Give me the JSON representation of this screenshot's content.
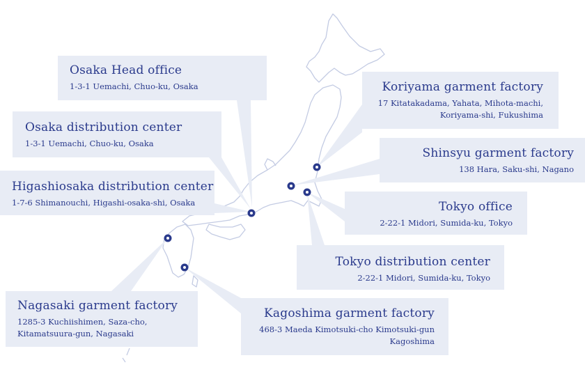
{
  "colors": {
    "box_bg": "#e8ecf5",
    "text": "#2a3a8c",
    "map_outline": "#c3cbe3",
    "marker": "#2a3a8c"
  },
  "locations": [
    {
      "name": "Osaka Head office",
      "address": [
        "1-3-1 Uemachi, Chuo-ku, Osaka"
      ]
    },
    {
      "name": "Osaka distribution center",
      "address": [
        "1-3-1 Uemachi, Chuo-ku, Osaka"
      ]
    },
    {
      "name": "Higashiosaka distribution center",
      "address": [
        "1-7-6 Shimanouchi, Higashi-osaka-shi, Osaka"
      ]
    },
    {
      "name": "Koriyama garment factory",
      "address": [
        "17 Kitatakadama, Yahata, Mihota-machi,",
        "Koriyama-shi, Fukushima"
      ]
    },
    {
      "name": "Shinsyu garment factory",
      "address": [
        "138 Hara, Saku-shi, Nagano"
      ]
    },
    {
      "name": "Tokyo office",
      "address": [
        "2-22-1 Midori, Sumida-ku, Tokyo"
      ]
    },
    {
      "name": "Tokyo distribution center",
      "address": [
        "2-22-1 Midori, Sumida-ku, Tokyo"
      ]
    },
    {
      "name": "Nagasaki garment factory",
      "address": [
        "1285-3 Kuchiishimen, Saza-cho,",
        "Kitamatsuura-gun, Nagasaki"
      ]
    },
    {
      "name": "Kagoshima garment factory",
      "address": [
        "468-3 Maeda Kimotsuki-cho Kimotsuki-gun",
        "Kagoshima"
      ]
    }
  ],
  "markers": [
    "Osaka",
    "Koriyama",
    "Shinsyu",
    "Tokyo",
    "Nagasaki",
    "Kagoshima"
  ]
}
